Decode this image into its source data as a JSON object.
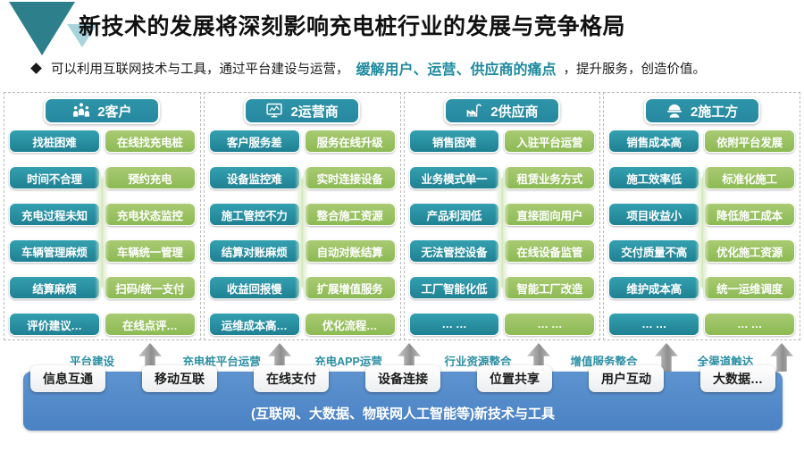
{
  "header": {
    "title": "新技术的发展将深刻影响充电桩行业的发展与竞争格局",
    "bullet_icon": "diamond-bullet-icon",
    "subtitle_part1": "可以利用互联网技术与工具，通过平台建设与运营，",
    "subtitle_highlight": "缓解用户、运营、供应商的痛点",
    "subtitle_part2": "，提升服务，创造价值。",
    "logo_icon": "triangle-logo-icon",
    "accent_color": "#2d7f8c",
    "highlight_color": "#1f8a9e"
  },
  "columns": [
    {
      "title": "2客户",
      "icon": "people-group-icon",
      "rows": [
        {
          "pain": "找桩困难",
          "gain": "在线找充电桩"
        },
        {
          "pain": "时间不合理",
          "gain": "预约充电"
        },
        {
          "pain": "充电过程未知",
          "gain": "充电状态监控"
        },
        {
          "pain": "车辆管理麻烦",
          "gain": "车辆统一管理"
        },
        {
          "pain": "结算麻烦",
          "gain": "扫码/统一支付"
        },
        {
          "pain": "评价建议…",
          "gain": "在线点评…"
        }
      ]
    },
    {
      "title": "2运营商",
      "icon": "monitor-chart-icon",
      "rows": [
        {
          "pain": "客户服务差",
          "gain": "服务在线升级"
        },
        {
          "pain": "设备监控难",
          "gain": "实时连接设备"
        },
        {
          "pain": "施工管控不力",
          "gain": "整合施工资源"
        },
        {
          "pain": "结算对账麻烦",
          "gain": "自动对账结算"
        },
        {
          "pain": "收益回报慢",
          "gain": "扩展增值服务"
        },
        {
          "pain": "运维成本高…",
          "gain": "优化流程…"
        }
      ]
    },
    {
      "title": "2供应商",
      "icon": "factory-icon",
      "rows": [
        {
          "pain": "销售困难",
          "gain": "入驻平台运营"
        },
        {
          "pain": "业务模式单一",
          "gain": "租赁业务方式"
        },
        {
          "pain": "产品利润低",
          "gain": "直接面向用户"
        },
        {
          "pain": "无法管控设备",
          "gain": "在线设备监管"
        },
        {
          "pain": "工厂智能化低",
          "gain": "智能工厂改造"
        },
        {
          "pain": "… …",
          "gain": "… …"
        }
      ]
    },
    {
      "title": "2施工方",
      "icon": "worker-helmet-icon",
      "rows": [
        {
          "pain": "销售成本高",
          "gain": "依附平台发展"
        },
        {
          "pain": "施工效率低",
          "gain": "标准化施工"
        },
        {
          "pain": "项目收益小",
          "gain": "降低施工成本"
        },
        {
          "pain": "交付质量不高",
          "gain": "优化施工资源"
        },
        {
          "pain": "维护成本高",
          "gain": "统一运维调度"
        },
        {
          "pain": "… …",
          "gain": "… …"
        }
      ]
    }
  ],
  "arrow_labels": [
    "平台建设",
    "充电桩平台运营",
    "充电APP运营",
    "行业资源整合",
    "增值服务整合",
    "全渠道触达"
  ],
  "bottom_bar": {
    "tags": [
      "信息互通",
      "移动互联",
      "在线支付",
      "设备连接",
      "位置共享",
      "用户互动",
      "大数据…"
    ],
    "caption": "(互联网、大数据、物联网人工智能等)新技术与工具",
    "bar_color": "#4b82c4"
  },
  "palette": {
    "pain_chip": "#1f8193",
    "gain_chip": "#8cba54",
    "header_chip": "#2688a0"
  }
}
